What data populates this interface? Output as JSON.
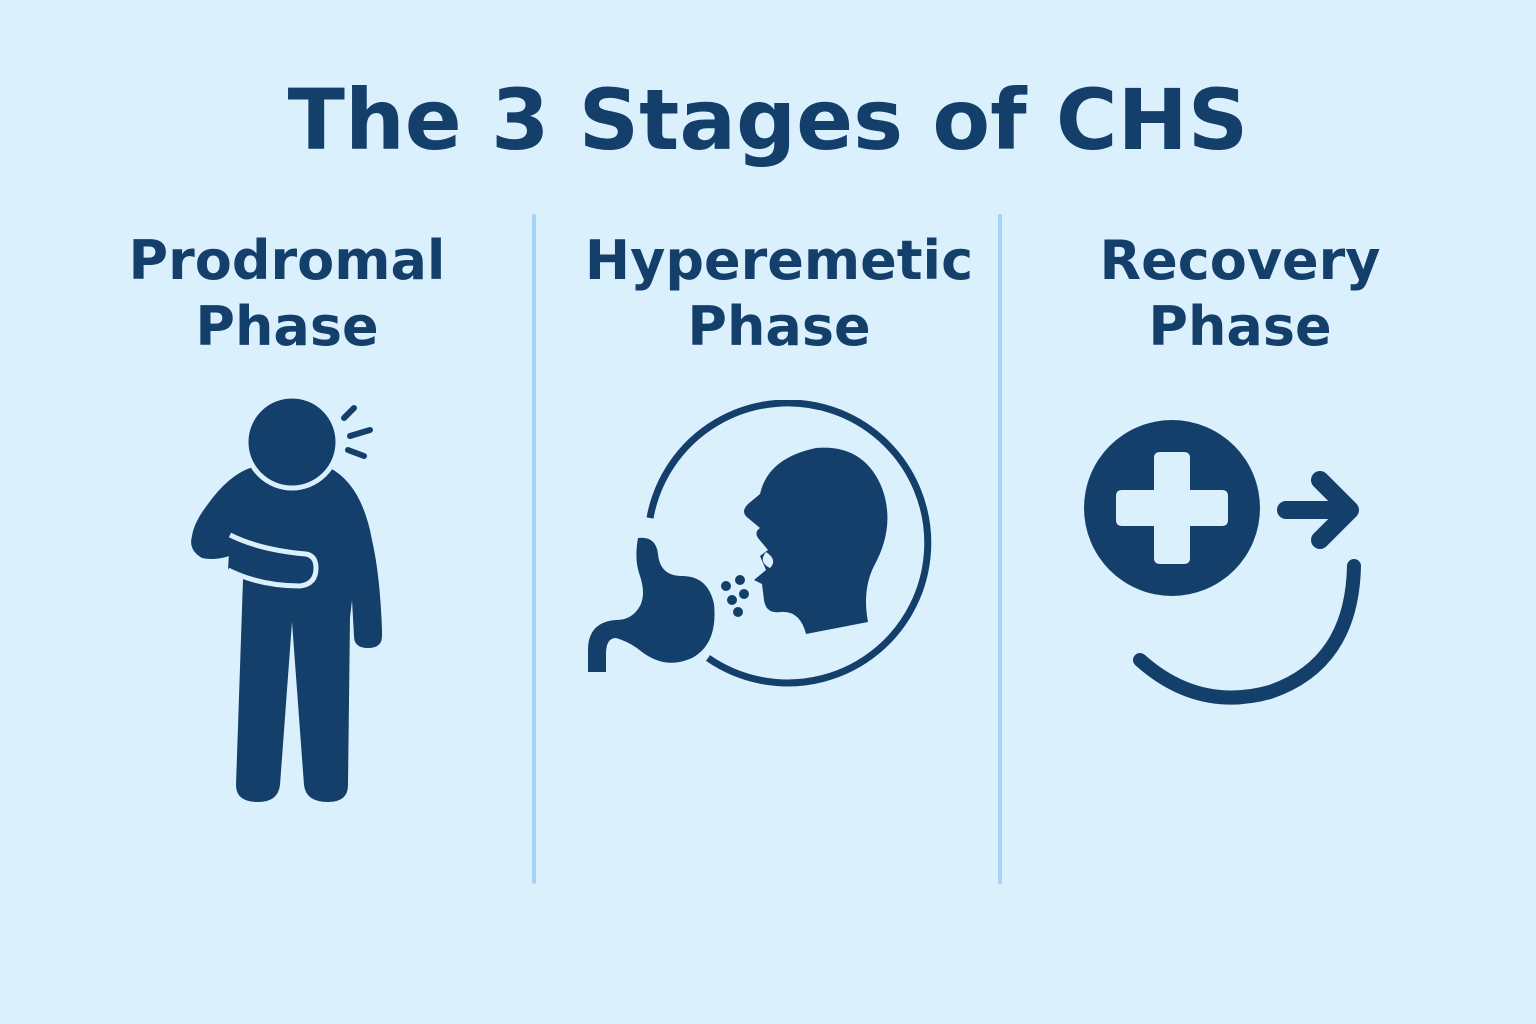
{
  "title": "The 3 Stages of CHS",
  "colors": {
    "background": "#dbf0fd",
    "ink": "#143f6b",
    "divider": "#a6d2f5"
  },
  "phases": [
    {
      "line1": "Prodromal",
      "line2": "Phase",
      "icon": "person-holding-stomach-icon"
    },
    {
      "line1": "Hyperemetic",
      "line2": "Phase",
      "icon": "vomiting-head-stomach-icon"
    },
    {
      "line1": "Recovery",
      "line2": "Phase",
      "icon": "medical-cross-recovery-arrow-icon"
    }
  ]
}
